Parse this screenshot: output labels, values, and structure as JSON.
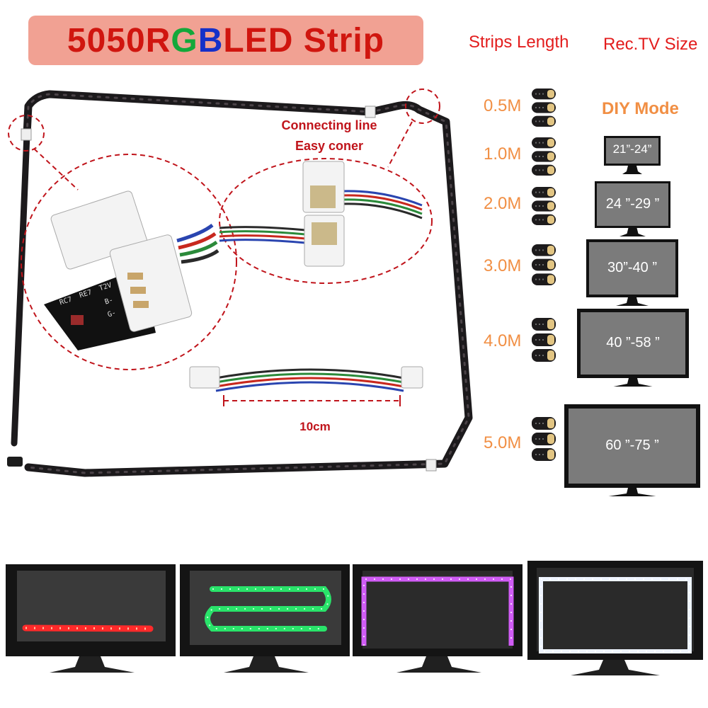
{
  "title": {
    "part1": "5050 ",
    "letter_r": "R",
    "letter_g": "G",
    "letter_b": "B",
    "part2": " LED Strip"
  },
  "headers": {
    "strips_length": "Strips Length",
    "tv_size": "Rec.TV Size"
  },
  "diy_mode": "DIY Mode",
  "connector": {
    "line1": "Connecting line",
    "line2": "Easy coner",
    "length": "10cm"
  },
  "pcb_labels": [
    "RC7",
    "RE7",
    "T2V",
    "B-",
    "G-"
  ],
  "size_rows": [
    {
      "length": "0.5M",
      "tv": ""
    },
    {
      "length": "1.0M",
      "tv": "21”-24”"
    },
    {
      "length": "2.0M",
      "tv": "24 ”-29 ”"
    },
    {
      "length": "3.0M",
      "tv": "30”-40 ”"
    },
    {
      "length": "4.0M",
      "tv": "40 ”-58 ”"
    },
    {
      "length": "5.0M",
      "tv": "60 ”-75 ”"
    }
  ],
  "colors": {
    "title_bg": "#f1a193",
    "accent_red": "#e31d1d",
    "length_orange": "#f18f44",
    "strip_dark": "#2a2226",
    "tv_screen": "#7b7b7b"
  },
  "photo_effects": [
    "red",
    "green",
    "purple",
    "white"
  ]
}
